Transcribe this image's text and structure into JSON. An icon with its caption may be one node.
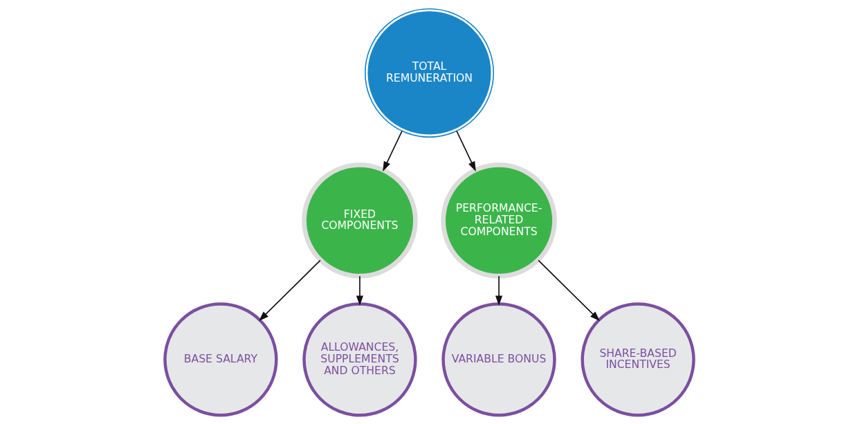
{
  "diagram": {
    "nodes": [
      {
        "text": [
          "TOTAL REMUNERATION"
        ]
      },
      {
        "text": [
          "FIXED COMPONENTS"
        ]
      },
      {
        "text": [
          "PERFORMANCE-RELATED COMPONENTS"
        ]
      },
      {
        "text": [
          "BASE SALARY"
        ]
      },
      {
        "text": [
          "ALLOWANCES, SUPPLEMENTS AND OTHERS"
        ]
      },
      {
        "text": [
          "VARIABLE BONUS"
        ]
      },
      {
        "text": [
          "SHARE-BASED INCENTIVES"
        ]
      }
    ],
    "edges": [
      {
        "from": 0,
        "to": 1,
        "arrow": "to"
      },
      {
        "from": 0,
        "to": 2,
        "arrow": "to"
      },
      {
        "from": 1,
        "to": 3,
        "arrow": "to"
      },
      {
        "from": 1,
        "to": 4,
        "arrow": "to"
      },
      {
        "from": 2,
        "to": 5,
        "arrow": "to"
      },
      {
        "from": 2,
        "to": 6,
        "arrow": "to"
      }
    ]
  }
}
